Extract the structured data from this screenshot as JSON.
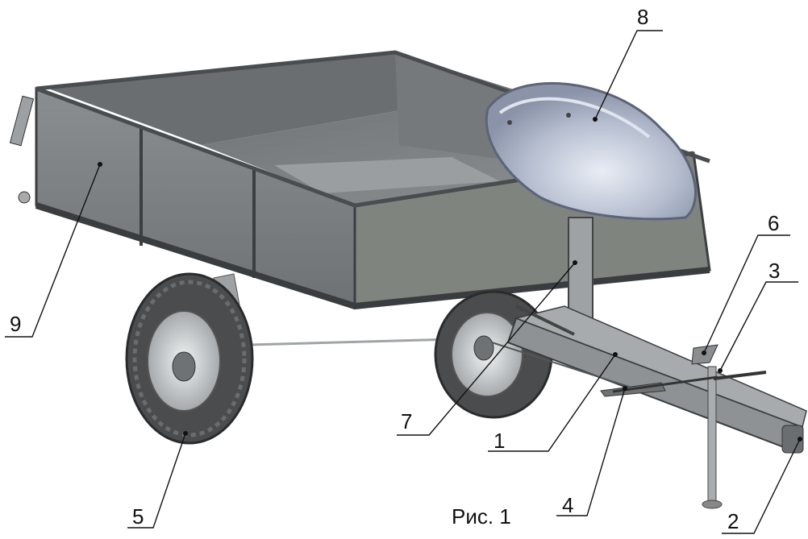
{
  "figure": {
    "caption": "Рис. 1",
    "callouts": [
      {
        "id": "1",
        "label": "1"
      },
      {
        "id": "2",
        "label": "2"
      },
      {
        "id": "3",
        "label": "3"
      },
      {
        "id": "4",
        "label": "4"
      },
      {
        "id": "5",
        "label": "5"
      },
      {
        "id": "6",
        "label": "6"
      },
      {
        "id": "7",
        "label": "7"
      },
      {
        "id": "8",
        "label": "8"
      },
      {
        "id": "9",
        "label": "9"
      }
    ]
  },
  "colors": {
    "body_panel": "#7b7f80",
    "body_panel_dark": "#5d6163",
    "frame_edge": "#3c3f41",
    "seat": "#b9c1d2",
    "tire": "#4a4c4e",
    "rim": "#c7cbce",
    "drawbar": "#8e9294"
  }
}
